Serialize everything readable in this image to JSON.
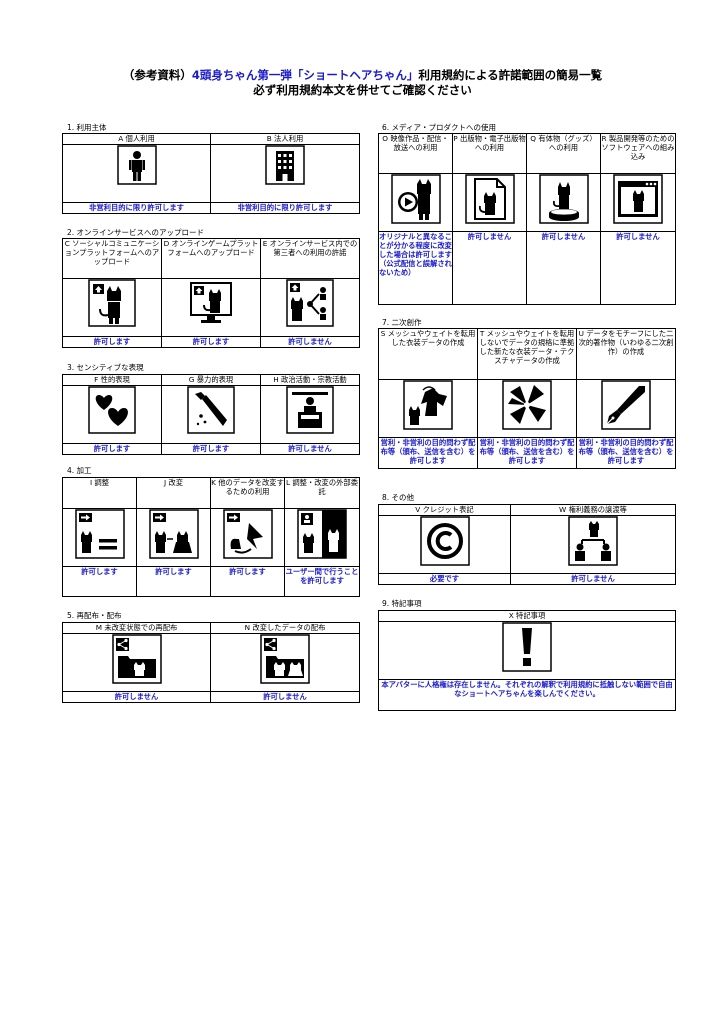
{
  "title": {
    "prefix": "（参考資料）",
    "highlight": "4頭身ちゃん第一弾「ショートヘアちゃん」",
    "suffix": "利用規約による許諾範囲の簡易一覧",
    "line2": "必ず利用規約本文を併せてご確認ください"
  },
  "s1": {
    "label": "1. 利用主体",
    "items": [
      {
        "head": "A 個人利用",
        "icon": "person-icon",
        "status": "非営利目的に限り許可します"
      },
      {
        "head": "B 法人利用",
        "icon": "building-icon",
        "status": "非営利目的に限り許可します"
      }
    ]
  },
  "s2": {
    "label": "2. オンラインサービスへのアップロード",
    "items": [
      {
        "head": "C ソーシャルコミュニケーションプラットフォームへのアップロード",
        "icon": "upload-cat-icon",
        "status": "許可します"
      },
      {
        "head": "D オンラインゲームプラットフォームへのアップロード",
        "icon": "monitor-upload-icon",
        "status": "許可します"
      },
      {
        "head": "E オンラインサービス内での第三者への利用の許諾",
        "icon": "share-users-icon",
        "status": "許可しません"
      }
    ]
  },
  "s3": {
    "label": "3. センシティブな表現",
    "items": [
      {
        "head": "F 性的表現",
        "icon": "hearts-icon",
        "status": "許可します"
      },
      {
        "head": "G 暴力的表現",
        "icon": "knife-icon",
        "status": "許可します"
      },
      {
        "head": "H 政治活動・宗教活動",
        "icon": "podium-icon",
        "status": "許可しません"
      }
    ]
  },
  "s4": {
    "label": "4. 加工",
    "items": [
      {
        "head": "I 調整",
        "icon": "adjust-icon",
        "status": "許可します"
      },
      {
        "head": "J 改変",
        "icon": "modify-icon",
        "status": "許可します"
      },
      {
        "head": "K 他のデータを改変するための利用",
        "icon": "use-other-icon",
        "status": "許可します"
      },
      {
        "head": "L 調整・改変の外部委託",
        "icon": "outsource-icon",
        "status": "ユーザー間で行うことを許可します"
      }
    ]
  },
  "s5": {
    "label": "5. 再配布・配布",
    "items": [
      {
        "head": "M 未改変状態での再配布",
        "icon": "redistribute-icon",
        "status": "許可しません"
      },
      {
        "head": "N 改変したデータの配布",
        "icon": "distribute-modified-icon",
        "status": "許可しません"
      }
    ]
  },
  "s6": {
    "label": "6. メディア・プロダクトへの使用",
    "items": [
      {
        "head": "O 映像作品・配信・放送への利用",
        "icon": "video-cat-icon",
        "status": "オリジナルと異なることが分かる程度に改変した場合は許可します（公式配信と誤解されないため）"
      },
      {
        "head": "P 出版物・電子出版物への利用",
        "icon": "document-cat-icon",
        "status": "許可しません"
      },
      {
        "head": "Q 有体物（グッズ）への利用",
        "icon": "figure-icon",
        "status": "許可しません"
      },
      {
        "head": "R 製品開発等のためのソフトウェアへの組み込み",
        "icon": "software-window-icon",
        "status": "許可しません"
      }
    ]
  },
  "s7": {
    "label": "7. 二次創作",
    "items": [
      {
        "head": "S メッシュやウェイトを転用した衣装データの作成",
        "icon": "shirt-transfer-icon",
        "status": "営利・非営利の目的問わず配布等（頒布、送信を含む）を許可します"
      },
      {
        "head": "T メッシュやウェイトを転用しないでデータの規格に準拠した新たな衣装データ・テクスチャデータの作成",
        "icon": "new-clothes-icon",
        "status": "営利・非営利の目的問わず配布等（頒布、送信を含む）を許可します"
      },
      {
        "head": "U データをモチーフにした二次的著作物（いわゆる二次創作）の作成",
        "icon": "pen-nib-icon",
        "status": "営利・非営利の目的問わず配布等（頒布、送信を含む）を許可します"
      }
    ]
  },
  "s8": {
    "label": "8. その他",
    "items": [
      {
        "head": "V クレジット表記",
        "icon": "copyright-icon",
        "status": "必要です"
      },
      {
        "head": "W 権利義務の譲渡等",
        "icon": "transfer-rights-icon",
        "status": "許可しません"
      }
    ]
  },
  "s9": {
    "label": "9. 特記事項",
    "head": "X 特記事項",
    "icon": "exclamation-icon",
    "status": "本アバターに人格権は存在しません。それぞれの解釈で利用規約に抵触しない範囲で自由なショートヘアちゃんを楽しんでください。"
  },
  "colors": {
    "status_blue": "#1a1acc"
  }
}
